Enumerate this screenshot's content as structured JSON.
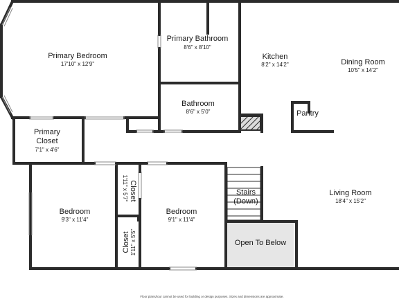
{
  "rooms": {
    "primary_bedroom": {
      "name": "Primary Bedroom",
      "dims": "17'10\" x 12'9\""
    },
    "primary_bathroom": {
      "name": "Primary Bathroom",
      "dims": "8'6\" x 8'10\""
    },
    "kitchen": {
      "name": "Kitchen",
      "dims": "8'2\" x 14'2\""
    },
    "dining_room": {
      "name": "Dining Room",
      "dims": "10'5\" x 14'2\""
    },
    "bathroom": {
      "name": "Bathroom",
      "dims": "8'6\" x 5'0\""
    },
    "pantry": {
      "name": "Pantry"
    },
    "primary_closet": {
      "name_line1": "Primary",
      "name_line2": "Closet",
      "dims": "7'1\" x 4'6\""
    },
    "closet_upper": {
      "name": "Closet",
      "dims": "1'11\" x 5'7\""
    },
    "closet_lower": {
      "name": "Closet",
      "dims": "1'11\" x 5'5\""
    },
    "bedroom_left": {
      "name": "Bedroom",
      "dims": "9'3\" x 11'4\""
    },
    "bedroom_right": {
      "name": "Bedroom",
      "dims": "9'1\" x 11'4\""
    },
    "stairs": {
      "name_line1": "Stairs",
      "name_line2": "(Down)"
    },
    "living_room": {
      "name": "Living Room",
      "dims": "18'4\" x 15'2\""
    },
    "open_to_below": {
      "name": "Open To Below"
    }
  },
  "disclaimer": "Floor plans/tour cannot be used for building or design purposes. Sizes and dimensions are approximate.",
  "colors": {
    "wall": "#2b2b2b",
    "shade": "#e6e6e6",
    "floor": "#ffffff"
  }
}
